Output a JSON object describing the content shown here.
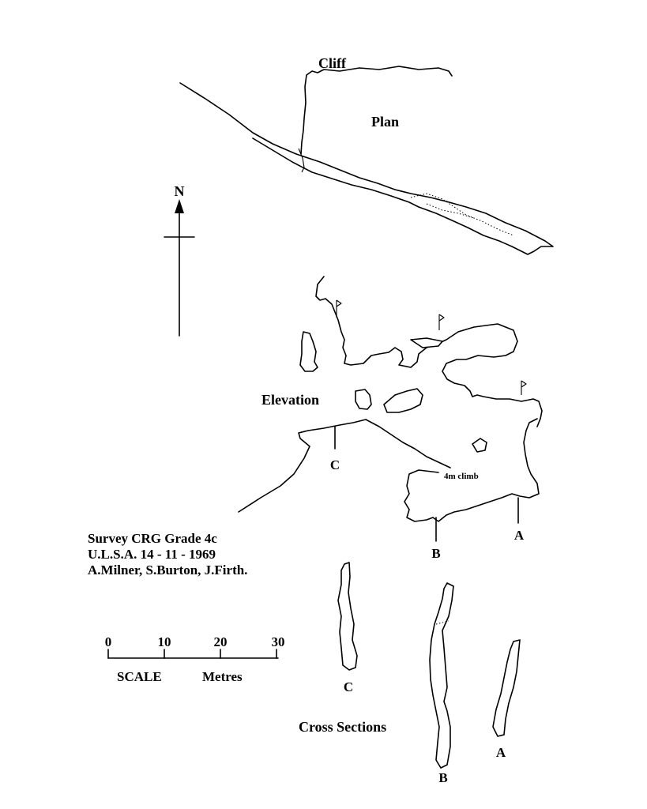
{
  "labels": {
    "cliff": "Cliff",
    "plan": "Plan",
    "north": "N",
    "elevation": "Elevation",
    "climb": "4m climb",
    "cross_sections": "Cross Sections",
    "section_a": "A",
    "section_b": "B",
    "section_c": "C"
  },
  "survey_info": {
    "line1": "Survey CRG Grade 4c",
    "line2": "U.L.S.A. 14 - 11 - 1969",
    "line3": "A.Milner, S.Burton, J.Firth."
  },
  "scale_bar": {
    "ticks": [
      "0",
      "10",
      "20",
      "30"
    ],
    "caption": "SCALE",
    "unit": "Metres"
  },
  "colors": {
    "ink": "#000000",
    "paper": "#ffffff"
  }
}
